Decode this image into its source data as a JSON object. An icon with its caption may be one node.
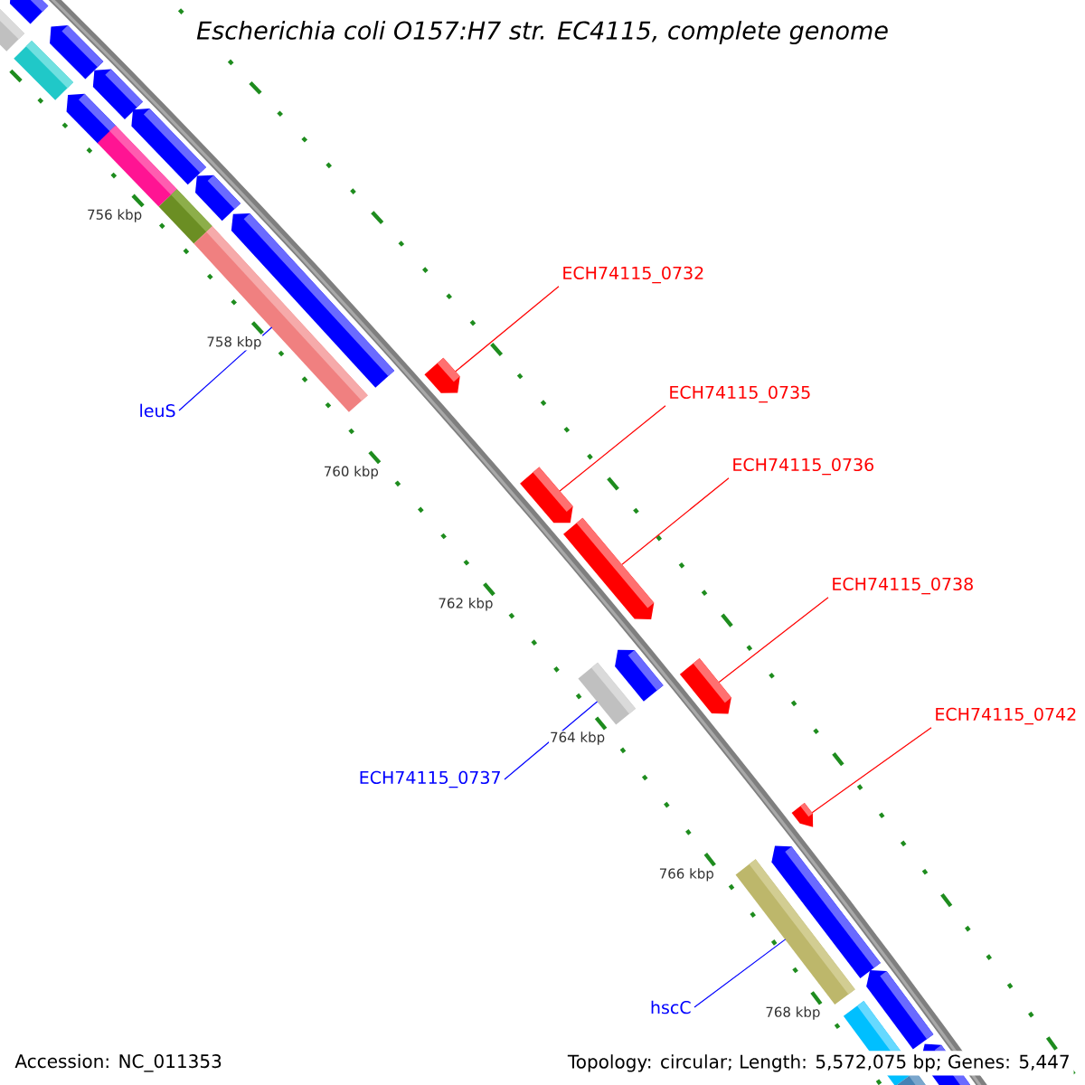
{
  "diagram": {
    "title": "Escherichia coli O157:H7 str. EC4115, complete genome",
    "nodes": [
      {
        "text": [
          "ECH74115_0732"
        ]
      },
      {
        "text": [
          "ECH74115_0735"
        ]
      },
      {
        "text": [
          "leuS"
        ]
      },
      {
        "text": [
          "ECH74115_0736"
        ]
      },
      {
        "text": [
          "ECH74115_0738"
        ]
      },
      {
        "text": [
          "ECH74115_0742"
        ]
      },
      {
        "text": [
          "ECH74115_0737"
        ]
      },
      {
        "text": [
          "hscC"
        ]
      },
      {
        "text": [],
        "shape": "bar"
      },
      {
        "text": [],
        "shape": "bar"
      },
      {
        "text": [],
        "shape": "bar"
      },
      {
        "text": [],
        "shape": "bar"
      },
      {
        "text": [],
        "shape": "bar"
      },
      {
        "text": [],
        "shape": "bar"
      },
      {
        "text": [],
        "shape": "bar"
      },
      {
        "text": [],
        "shape": "bar"
      },
      {
        "text": [],
        "shape": "bar"
      }
    ],
    "edges": [
      {
        "from": 0,
        "to": 10,
        "arrow": "none"
      },
      {
        "from": 1,
        "to": 11,
        "arrow": "none"
      },
      {
        "from": 2,
        "to": 9,
        "arrow": "none",
        "color": "#0000ff"
      },
      {
        "from": 3,
        "to": 12,
        "arrow": "none"
      },
      {
        "from": 4,
        "to": 13,
        "arrow": "none"
      },
      {
        "from": 5,
        "to": 15,
        "arrow": "none"
      },
      {
        "from": 6,
        "to": 14,
        "arrow": "none",
        "color": "#0000ff"
      },
      {
        "from": 7,
        "to": 16,
        "arrow": "none",
        "color": "#0000ff"
      }
    ],
    "labels": [
      "756 kbp",
      "758 kbp",
      "760 kbp",
      "762 kbp",
      "764 kbp",
      "766 kbp",
      "768 kbp",
      "Accession: NC_011353",
      "Topology: circular; Length: 5,572,075 bp; Genes: 5,447"
    ]
  }
}
